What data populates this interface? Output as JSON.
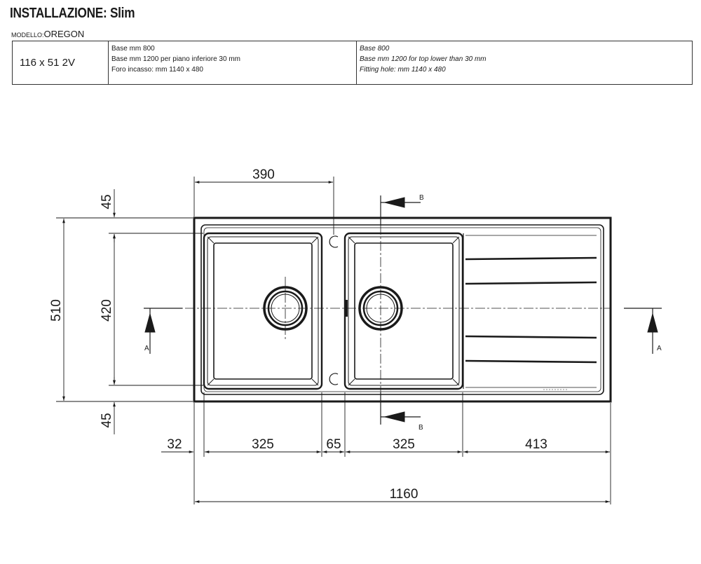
{
  "header": {
    "title": "INSTALLAZIONE: Slim",
    "model_label": "MODELLO:",
    "model_value": "OREGON"
  },
  "spec_table": {
    "size": "116 x 51 2V",
    "italian": [
      "Base mm 800",
      "Base mm 1200 per piano inferiore 30 mm",
      "Foro incasso: mm 1140 x 480"
    ],
    "english": [
      "Base 800",
      "Base mm 1200 for top lower than 30 mm",
      "Fitting hole: mm 1140 x 480"
    ]
  },
  "dimensions": {
    "bowl_span": "390",
    "top_margin": "45",
    "bottom_margin": "45",
    "total_depth": "510",
    "bowl_depth": "420",
    "left_edge": "32",
    "bowl_left_width": "325",
    "bowl_gap": "65",
    "bowl_right_width": "325",
    "drainer_width": "413",
    "total_width": "1160"
  },
  "section_labels": {
    "section_a_left": "A",
    "section_a_right": "A",
    "section_b_top": "B",
    "section_b_bottom": "B"
  }
}
